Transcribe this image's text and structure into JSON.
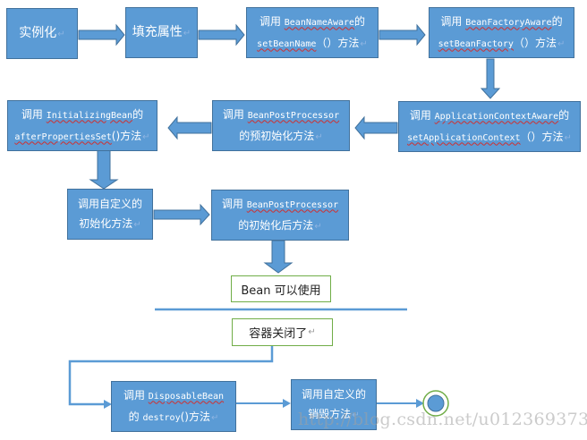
{
  "diagram": {
    "title": "Spring Bean lifecycle flow",
    "colors": {
      "box_fill": "#5b9bd5",
      "box_border": "#41719c",
      "arrow": "#5b9bd5",
      "state_border": "#70ad47"
    },
    "steps": {
      "instantiate": {
        "line1": "实例化"
      },
      "populate": {
        "line1": "填充属性"
      },
      "bean_name_aware": {
        "prefix": "调用 ",
        "code1": "BeanNameAware",
        "suffix1": "的",
        "code2": "setBeanName",
        "suffix2": "（）方法"
      },
      "bean_factory_aware": {
        "prefix": "调用 ",
        "code1": "BeanFactoryAware",
        "suffix1": "的",
        "code2": "setBeanFactory",
        "suffix2": "（）方法"
      },
      "app_context_aware": {
        "prefix": "调用 ",
        "code1": "ApplicationContextAware",
        "suffix1": "的",
        "code2": "setApplicationContext",
        "suffix2": "（）方法"
      },
      "bpp_before": {
        "prefix": "调用 ",
        "code1": "BeanPostProcessor",
        "line2": "的预初始化方法"
      },
      "initializing_bean": {
        "prefix": "调用 ",
        "code1": "InitializingBean",
        "suffix1": "的",
        "code2": "afterPropertiesSet",
        "suffix2": "()方法"
      },
      "custom_init": {
        "line1": "调用自定义的",
        "line2": "初始化方法"
      },
      "bpp_after": {
        "prefix": "调用 ",
        "code1": "BeanPostProcessor",
        "line2": "的初始化后方法"
      },
      "bean_ready": {
        "line1": "Bean 可以使用"
      },
      "container_closed": {
        "line1": "容器关闭了"
      },
      "disposable_bean": {
        "prefix": "调用 ",
        "code1": "DisposableBean",
        "line2_prefix": "的 ",
        "code2": "destroy",
        "suffix2": "()方法"
      },
      "custom_destroy": {
        "line1": "调用自定义的",
        "line2": "销毁方法"
      }
    },
    "end_node": "end-state",
    "return_mark": "↵",
    "watermark": "http://blog.csdn.net/u012369373"
  }
}
